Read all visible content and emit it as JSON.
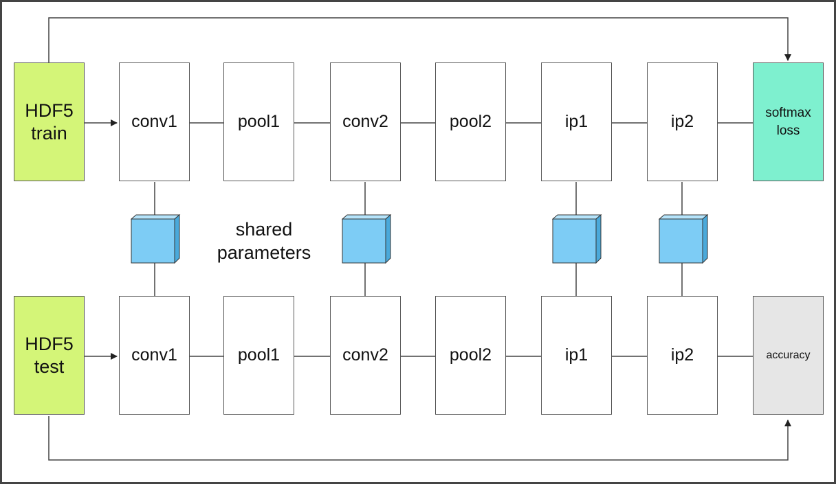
{
  "colors": {
    "data_input": "#d4f578",
    "softmax_loss": "#7ef0cf",
    "accuracy": "#e6e6e6",
    "shared_param": "#7dccf5",
    "line": "#444444"
  },
  "shared_label": "shared\nparameters",
  "train_net": {
    "input": "HDF5\ntrain",
    "layers": [
      "conv1",
      "pool1",
      "conv2",
      "pool2",
      "ip1",
      "ip2"
    ],
    "output": "softmax\nloss"
  },
  "test_net": {
    "input": "HDF5\ntest",
    "layers": [
      "conv1",
      "pool1",
      "conv2",
      "pool2",
      "ip1",
      "ip2"
    ],
    "output": "accuracy"
  },
  "shared_layers": [
    "conv1",
    "conv2",
    "ip1",
    "ip2"
  ]
}
